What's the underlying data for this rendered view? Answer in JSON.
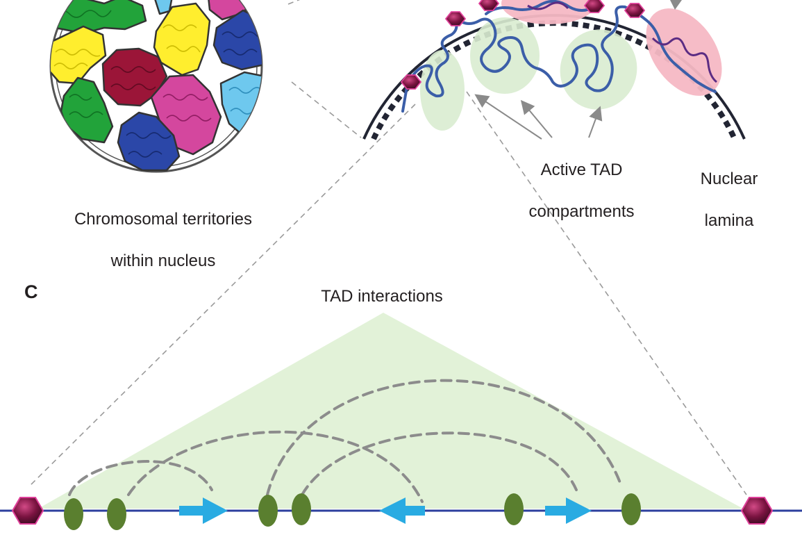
{
  "panel_label": "C",
  "labels": {
    "territories_line1": "Chromosomal territories",
    "territories_line2": "within nucleus",
    "active_tad_line1": "Active TAD",
    "active_tad_line2": "compartments",
    "lamina_line1": "Nuclear",
    "lamina_line2": "lamina",
    "tad_interactions": "TAD interactions"
  },
  "colors": {
    "chromatin_blue": "#3b5ea8",
    "ctcf_magenta": "#8b1a4a",
    "ctcf_outline": "#e0409a",
    "gene_green": "#5a7f2f",
    "arrow_cyan": "#29abe2",
    "tad_fill": "#e2f2d8",
    "lad_pink": "#f5b8c4",
    "baseline": "#2c3f9e",
    "territory_colors": [
      "#22a33a",
      "#ffee2e",
      "#9b1538",
      "#d4479e",
      "#6ec8ee",
      "#2b47a8",
      "#5b2c83"
    ]
  },
  "icons": [
    "ctcf-hexagon-icon",
    "gene-ellipse-icon",
    "enhancer-arrow-icon"
  ]
}
